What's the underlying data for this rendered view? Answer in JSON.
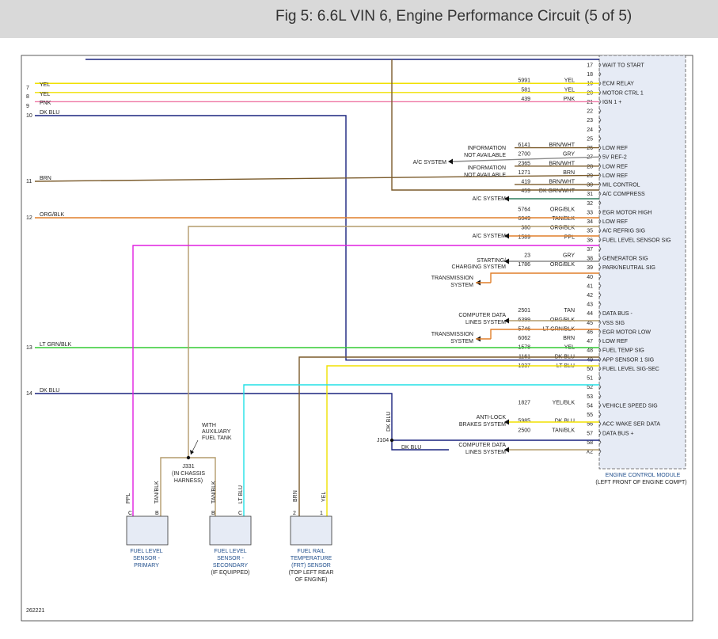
{
  "header": {
    "title": "Fig 5: 6.6L VIN 6, Engine Performance Circuit (5 of 5)"
  },
  "colors": {
    "yellow": "#f0e000",
    "pink": "#ef7ba8",
    "dark_blue": "#1a237e",
    "brown": "#7a5a2a",
    "orange": "#e07f2a",
    "tan": "#b39b6c",
    "purple": "#e020e0",
    "gray": "#8a8a8a",
    "dk_green": "#2e7d5b",
    "lt_green": "#33cc33",
    "lt_blue": "#22e0e6",
    "ecm_fill": "#e6ebf5",
    "label_blue": "#1f4e8c"
  },
  "left_wires": [
    {
      "num": "7",
      "label": "YEL"
    },
    {
      "num": "8",
      "label": "YEL"
    },
    {
      "num": "9",
      "label": "PNK"
    },
    {
      "num": "10",
      "label": "DK BLU"
    },
    {
      "num": "11",
      "label": "BRN"
    },
    {
      "num": "12",
      "label": "ORG/BLK"
    },
    {
      "num": "13",
      "label": "LT GRN/BLK"
    },
    {
      "num": "14",
      "label": "DK BLU"
    }
  ],
  "pins": [
    {
      "pin": "17",
      "circuit": "",
      "color": "",
      "func": "WAIT TO START"
    },
    {
      "pin": "18",
      "circuit": "",
      "color": "",
      "func": ""
    },
    {
      "pin": "19",
      "circuit": "5991",
      "color": "YEL",
      "func": "ECM RELAY"
    },
    {
      "pin": "20",
      "circuit": "581",
      "color": "YEL",
      "func": "MOTOR CTRL 1"
    },
    {
      "pin": "21",
      "circuit": "439",
      "color": "PNK",
      "func": "IGN 1 +"
    },
    {
      "pin": "22",
      "circuit": "",
      "color": "",
      "func": ""
    },
    {
      "pin": "23",
      "circuit": "",
      "color": "",
      "func": ""
    },
    {
      "pin": "24",
      "circuit": "",
      "color": "",
      "func": ""
    },
    {
      "pin": "25",
      "circuit": "",
      "color": "",
      "func": ""
    },
    {
      "pin": "26",
      "circuit": "6141",
      "color": "BRN/WHT",
      "func": "LOW REF"
    },
    {
      "pin": "27",
      "circuit": "2700",
      "color": "GRY",
      "func": "5V REF-2"
    },
    {
      "pin": "28",
      "circuit": "2365",
      "color": "BRN/WHT",
      "func": "LOW REF"
    },
    {
      "pin": "29",
      "circuit": "1271",
      "color": "BRN",
      "func": "LOW REF"
    },
    {
      "pin": "30",
      "circuit": "419",
      "color": "BRN/WHT",
      "func": "MIL CONTROL"
    },
    {
      "pin": "31",
      "circuit": "459",
      "color": "DK GRN/WHT",
      "func": "A/C COMPRESS"
    },
    {
      "pin": "32",
      "circuit": "",
      "color": "",
      "func": ""
    },
    {
      "pin": "33",
      "circuit": "5764",
      "color": "ORG/BLK",
      "func": "EGR MOTOR HIGH"
    },
    {
      "pin": "34",
      "circuit": "6049",
      "color": "TAN/BLK",
      "func": "LOW REF"
    },
    {
      "pin": "35",
      "circuit": "380",
      "color": "ORG/BLK",
      "func": "A/C REFRIG SIG"
    },
    {
      "pin": "36",
      "circuit": "1589",
      "color": "PPL",
      "func": "FUEL LEVEL SENSOR SIG"
    },
    {
      "pin": "37",
      "circuit": "",
      "color": "",
      "func": ""
    },
    {
      "pin": "38",
      "circuit": "23",
      "color": "GRY",
      "func": "GENERATOR SIG"
    },
    {
      "pin": "39",
      "circuit": "1786",
      "color": "ORG/BLK",
      "func": "PARK/NEUTRAL SIG"
    },
    {
      "pin": "40",
      "circuit": "",
      "color": "",
      "func": ""
    },
    {
      "pin": "41",
      "circuit": "",
      "color": "",
      "func": ""
    },
    {
      "pin": "42",
      "circuit": "",
      "color": "",
      "func": ""
    },
    {
      "pin": "43",
      "circuit": "",
      "color": "",
      "func": ""
    },
    {
      "pin": "44",
      "circuit": "2501",
      "color": "TAN",
      "func": "DATA BUS -"
    },
    {
      "pin": "45",
      "circuit": "6399",
      "color": "ORG/BLK",
      "func": "VSS SIG"
    },
    {
      "pin": "46",
      "circuit": "5746",
      "color": "LT GRN/BLK",
      "func": "EGR MOTOR LOW"
    },
    {
      "pin": "47",
      "circuit": "6062",
      "color": "BRN",
      "func": "LOW REF"
    },
    {
      "pin": "48",
      "circuit": "1578",
      "color": "YEL",
      "func": "FUEL TEMP SIG"
    },
    {
      "pin": "49",
      "circuit": "1161",
      "color": "DK BLU",
      "func": "APP SENSOR 1 SIG"
    },
    {
      "pin": "50",
      "circuit": "1937",
      "color": "LT BLU",
      "func": "FUEL LEVEL SIG-SEC"
    },
    {
      "pin": "51",
      "circuit": "",
      "color": "",
      "func": ""
    },
    {
      "pin": "52",
      "circuit": "",
      "color": "",
      "func": ""
    },
    {
      "pin": "53",
      "circuit": "",
      "color": "",
      "func": ""
    },
    {
      "pin": "54",
      "circuit": "1827",
      "color": "YEL/BLK",
      "func": "VEHICLE SPEED SIG"
    },
    {
      "pin": "55",
      "circuit": "",
      "color": "",
      "func": ""
    },
    {
      "pin": "56",
      "circuit": "5985",
      "color": "DK BLU",
      "func": "ACC WAKE SER DATA"
    },
    {
      "pin": "57",
      "circuit": "2500",
      "color": "TAN/BLK",
      "func": "DATA BUS +"
    },
    {
      "pin": "58",
      "circuit": "",
      "color": "",
      "func": ""
    },
    {
      "pin": "X2",
      "circuit": "",
      "color": "",
      "func": ""
    }
  ],
  "systems": [
    {
      "l1": "INFORMATION",
      "l2": "NOT AVAILABLE"
    },
    {
      "l1": "A/C SYSTEM",
      "l2": ""
    },
    {
      "l1": "INFORMATION",
      "l2": "NOT AVAILABLE"
    },
    {
      "l1": "A/C SYSTEM",
      "l2": ""
    },
    {
      "l1": "A/C SYSTEM",
      "l2": ""
    },
    {
      "l1": "STARTING/",
      "l2": "CHARGING SYSTEM"
    },
    {
      "l1": "TRANSMISSION",
      "l2": "SYSTEM"
    },
    {
      "l1": "COMPUTER DATA",
      "l2": "LINES SYSTEM"
    },
    {
      "l1": "TRANSMISSION",
      "l2": "SYSTEM"
    },
    {
      "l1": "ANTI-LOCK",
      "l2": "BRAKES SYSTEM"
    },
    {
      "l1": "COMPUTER DATA",
      "l2": "LINES SYSTEM"
    }
  ],
  "ecm": {
    "l1": "ENGINE CONTROL MODULE",
    "l2": "(LEFT FRONT OF ENGINE COMPT)"
  },
  "junction": {
    "aux_l1": "WITH",
    "aux_l2": "AUXILIARY",
    "aux_l3": "FUEL TANK",
    "j331": "J331",
    "j331_l2": "(IN CHASSIS",
    "j331_l3": "HARNESS)",
    "j104": "J104",
    "j104_wire": "DK BLU",
    "dk_blu_vert": "DK BLU"
  },
  "sensors": [
    {
      "title1": "FUEL LEVEL",
      "title2": "SENSOR -",
      "title3": "PRIMARY",
      "title4": "",
      "pinA": "C",
      "pinB": "B",
      "wireA": "PPL",
      "wireB": "TAN/BLK"
    },
    {
      "title1": "FUEL LEVEL",
      "title2": "SENSOR -",
      "title3": "SECONDARY",
      "title4": "(IF EQUIPPED)",
      "pinA": "B",
      "pinB": "C",
      "wireA": "TAN/BLK",
      "wireB": "LT BLU"
    },
    {
      "title1": "FUEL RAIL",
      "title2": "TEMPERATURE",
      "title3": "(FRT) SENSOR",
      "title4": "(TOP LEFT REAR",
      "title5": "OF ENGINE)",
      "pinA": "2",
      "pinB": "1",
      "wireA": "BRN",
      "wireB": "YEL"
    }
  ],
  "figure_id": "262221"
}
